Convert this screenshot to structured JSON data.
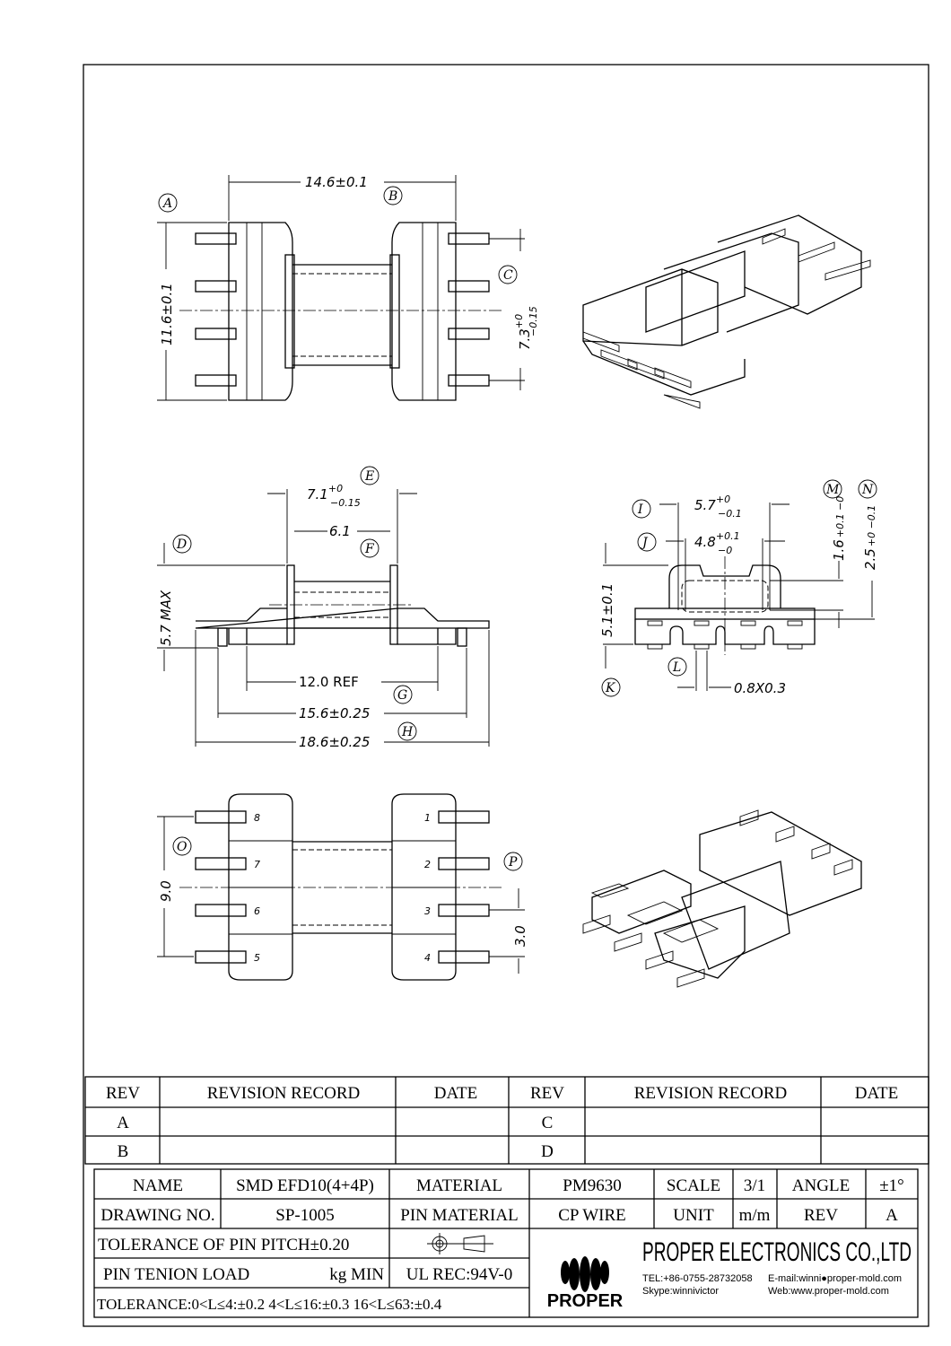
{
  "drawing": {
    "top_view": {
      "width_dim": "14.6±0.1",
      "height_dim": "11.6±0.1",
      "pitch_dim_main": "7.3",
      "pitch_dim_tol_plus": "+0",
      "pitch_dim_tol_minus": "−0.15",
      "labels": [
        "A",
        "B",
        "C"
      ]
    },
    "side_view": {
      "flange_dim_main": "7.1",
      "flange_dim_tol_plus": "+0",
      "flange_dim_tol_minus": "−0.15",
      "core_dim": "6.1",
      "height_dim": "5.7 MAX",
      "ref_dim": "12.0 REF",
      "pin_span_dim": "15.6±0.25",
      "overall_dim": "18.6±0.25",
      "labels": [
        "D",
        "E",
        "F",
        "G",
        "H"
      ]
    },
    "end_view": {
      "outer_dim_main": "5.7",
      "outer_dim_tol_plus": "+0",
      "outer_dim_tol_minus": "−0.1",
      "inner_dim_main": "4.8",
      "inner_dim_tol_plus": "+0.1",
      "inner_dim_tol_minus": "−0",
      "height_dim": "5.1±0.1",
      "m_dim_main": "1.6",
      "m_dim_tol": "+0.1 −0",
      "n_dim_main": "2.5",
      "n_dim_tol": "+0 −0.1",
      "pin_dim": "0.8X0.3",
      "labels": [
        "I",
        "J",
        "K",
        "L",
        "M",
        "N"
      ]
    },
    "bottom_view": {
      "span_dim": "9.0",
      "pitch_dim": "3.0",
      "pin_numbers_left": [
        "8",
        "7",
        "6",
        "5"
      ],
      "pin_numbers_right": [
        "1",
        "2",
        "3",
        "4"
      ],
      "labels": [
        "O",
        "P"
      ]
    }
  },
  "revision_table": {
    "headers": [
      "REV",
      "REVISION RECORD",
      "DATE",
      "REV",
      "REVISION RECORD",
      "DATE"
    ],
    "rows": [
      [
        "A",
        "",
        "",
        "C",
        "",
        ""
      ],
      [
        "B",
        "",
        "",
        "D",
        "",
        ""
      ]
    ]
  },
  "title_block": {
    "name_label": "NAME",
    "name": "SMD EFD10(4+4P)",
    "material_label": "MATERIAL",
    "material": "PM9630",
    "scale_label": "SCALE",
    "scale": "3/1",
    "angle_label": "ANGLE",
    "angle": "±1°",
    "drawing_no_label": "DRAWING NO.",
    "drawing_no": "SP-1005",
    "pin_material_label": "PIN MATERIAL",
    "pin_material": "CP WIRE",
    "unit_label": "UNIT",
    "unit": "m/m",
    "rev_label": "REV",
    "rev": "A",
    "pin_pitch_tolerance": "TOLERANCE OF PIN PITCH±0.20",
    "pin_tension": "PIN TENION LOAD",
    "pin_tension_unit": "kg MIN",
    "ul": "UL REC:94V-0",
    "tolerance": "TOLERANCE:0<L≤4:±0.2  4<L≤16:±0.3  16<L≤63:±0.4"
  },
  "company": {
    "logo_text": "PROPER",
    "name": "PROPER ELECTRONICS CO.,LTD",
    "tel": "TEL:+86-0755-28732058",
    "email": "E-mail:winni●proper-mold.com",
    "skype": "Skype:winnivictor",
    "web": "Web:www.proper-mold.com"
  }
}
